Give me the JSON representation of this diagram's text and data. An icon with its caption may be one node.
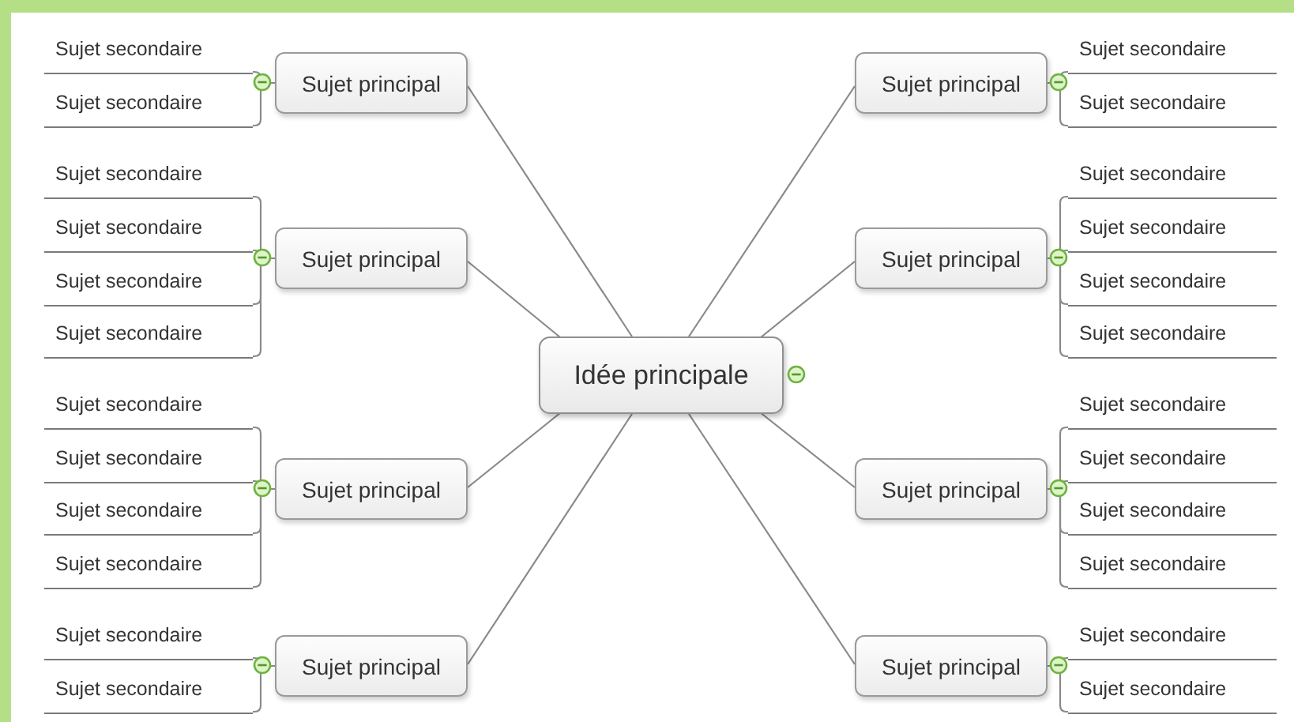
{
  "diagram": {
    "nodes": [
      {
        "text": [
          "Idée principale"
        ]
      },
      {
        "text": [
          "Sujet principal"
        ]
      },
      {
        "text": [
          "Sujet secondaire"
        ]
      },
      {
        "text": [
          "Sujet secondaire"
        ]
      },
      {
        "text": [
          "Sujet principal"
        ]
      },
      {
        "text": [
          "Sujet secondaire"
        ]
      },
      {
        "text": [
          "Sujet secondaire"
        ]
      },
      {
        "text": [
          "Sujet secondaire"
        ]
      },
      {
        "text": [
          "Sujet secondaire"
        ]
      },
      {
        "text": [
          "Sujet principal"
        ]
      },
      {
        "text": [
          "Sujet secondaire"
        ]
      },
      {
        "text": [
          "Sujet secondaire"
        ]
      },
      {
        "text": [
          "Sujet secondaire"
        ]
      },
      {
        "text": [
          "Sujet secondaire"
        ]
      },
      {
        "text": [
          "Sujet principal"
        ]
      },
      {
        "text": [
          "Sujet secondaire"
        ]
      },
      {
        "text": [
          "Sujet secondaire"
        ]
      },
      {
        "text": [
          "Sujet principal"
        ]
      },
      {
        "text": [
          "Sujet secondaire"
        ]
      },
      {
        "text": [
          "Sujet secondaire"
        ]
      },
      {
        "text": [
          "Sujet principal"
        ]
      },
      {
        "text": [
          "Sujet secondaire"
        ]
      },
      {
        "text": [
          "Sujet secondaire"
        ]
      },
      {
        "text": [
          "Sujet secondaire"
        ]
      },
      {
        "text": [
          "Sujet secondaire"
        ]
      },
      {
        "text": [
          "Sujet principal"
        ]
      },
      {
        "text": [
          "Sujet secondaire"
        ]
      },
      {
        "text": [
          "Sujet secondaire"
        ]
      },
      {
        "text": [
          "Sujet secondaire"
        ]
      },
      {
        "text": [
          "Sujet secondaire"
        ]
      },
      {
        "text": [
          "Sujet principal"
        ]
      },
      {
        "text": [
          "Sujet secondaire"
        ]
      },
      {
        "text": [
          "Sujet secondaire"
        ]
      }
    ],
    "edges": [
      {
        "from": 0,
        "to": 1,
        "arrow": "none"
      },
      {
        "from": 0,
        "to": 4,
        "arrow": "none"
      },
      {
        "from": 0,
        "to": 9,
        "arrow": "none"
      },
      {
        "from": 0,
        "to": 14,
        "arrow": "none"
      },
      {
        "from": 0,
        "to": 17,
        "arrow": "none"
      },
      {
        "from": 0,
        "to": 20,
        "arrow": "none"
      },
      {
        "from": 0,
        "to": 25,
        "arrow": "none"
      },
      {
        "from": 0,
        "to": 30,
        "arrow": "none"
      },
      {
        "from": 1,
        "to": 2,
        "arrow": "none"
      },
      {
        "from": 1,
        "to": 3,
        "arrow": "none"
      },
      {
        "from": 4,
        "to": 5,
        "arrow": "none"
      },
      {
        "from": 4,
        "to": 6,
        "arrow": "none"
      },
      {
        "from": 4,
        "to": 7,
        "arrow": "none"
      },
      {
        "from": 4,
        "to": 8,
        "arrow": "none"
      },
      {
        "from": 9,
        "to": 10,
        "arrow": "none"
      },
      {
        "from": 9,
        "to": 11,
        "arrow": "none"
      },
      {
        "from": 9,
        "to": 12,
        "arrow": "none"
      },
      {
        "from": 9,
        "to": 13,
        "arrow": "none"
      },
      {
        "from": 14,
        "to": 15,
        "arrow": "none"
      },
      {
        "from": 14,
        "to": 16,
        "arrow": "none"
      },
      {
        "from": 17,
        "to": 18,
        "arrow": "none"
      },
      {
        "from": 17,
        "to": 19,
        "arrow": "none"
      },
      {
        "from": 20,
        "to": 21,
        "arrow": "none"
      },
      {
        "from": 20,
        "to": 22,
        "arrow": "none"
      },
      {
        "from": 20,
        "to": 23,
        "arrow": "none"
      },
      {
        "from": 20,
        "to": 24,
        "arrow": "none"
      },
      {
        "from": 25,
        "to": 26,
        "arrow": "none"
      },
      {
        "from": 25,
        "to": 27,
        "arrow": "none"
      },
      {
        "from": 25,
        "to": 28,
        "arrow": "none"
      },
      {
        "from": 25,
        "to": 29,
        "arrow": "none"
      },
      {
        "from": 30,
        "to": 31,
        "arrow": "none"
      },
      {
        "from": 30,
        "to": 32,
        "arrow": "none"
      }
    ]
  }
}
